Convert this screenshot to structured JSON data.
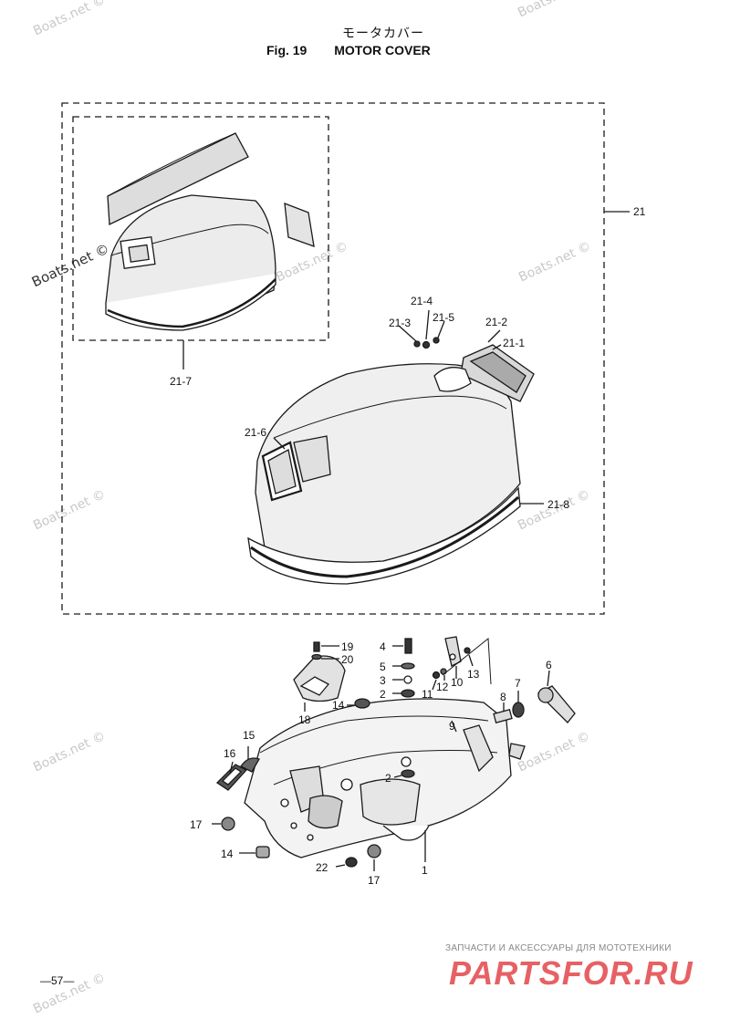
{
  "header": {
    "japanese_title": "モータカバー",
    "fig_label": "Fig. 19",
    "fig_title": "MOTOR COVER"
  },
  "callouts": {
    "c21": "21",
    "c21_1": "21-1",
    "c21_2": "21-2",
    "c21_3": "21-3",
    "c21_4": "21-4",
    "c21_5": "21-5",
    "c21_6": "21-6",
    "c21_7": "21-7",
    "c21_8": "21-8",
    "c1": "1",
    "c2a": "2",
    "c2b": "2",
    "c3": "3",
    "c4": "4",
    "c5": "5",
    "c6": "6",
    "c7": "7",
    "c8": "8",
    "c9": "9",
    "c10": "10",
    "c11": "11",
    "c12": "12",
    "c13": "13",
    "c14a": "14",
    "c14b": "14",
    "c15": "15",
    "c16": "16",
    "c17a": "17",
    "c17b": "17",
    "c18": "18",
    "c19": "19",
    "c20": "20",
    "c22": "22"
  },
  "watermarks": {
    "text": "Boats.net ©",
    "dark_text": "Boats.net ©"
  },
  "footer": {
    "page_number": "—57—",
    "brand_tagline": "ЗАПЧАСТИ И АКСЕССУАРЫ ДЛЯ МОТОТЕХНИКИ",
    "brand_name": "PARTSFOR.RU",
    "brand_color": "#e2464a"
  }
}
